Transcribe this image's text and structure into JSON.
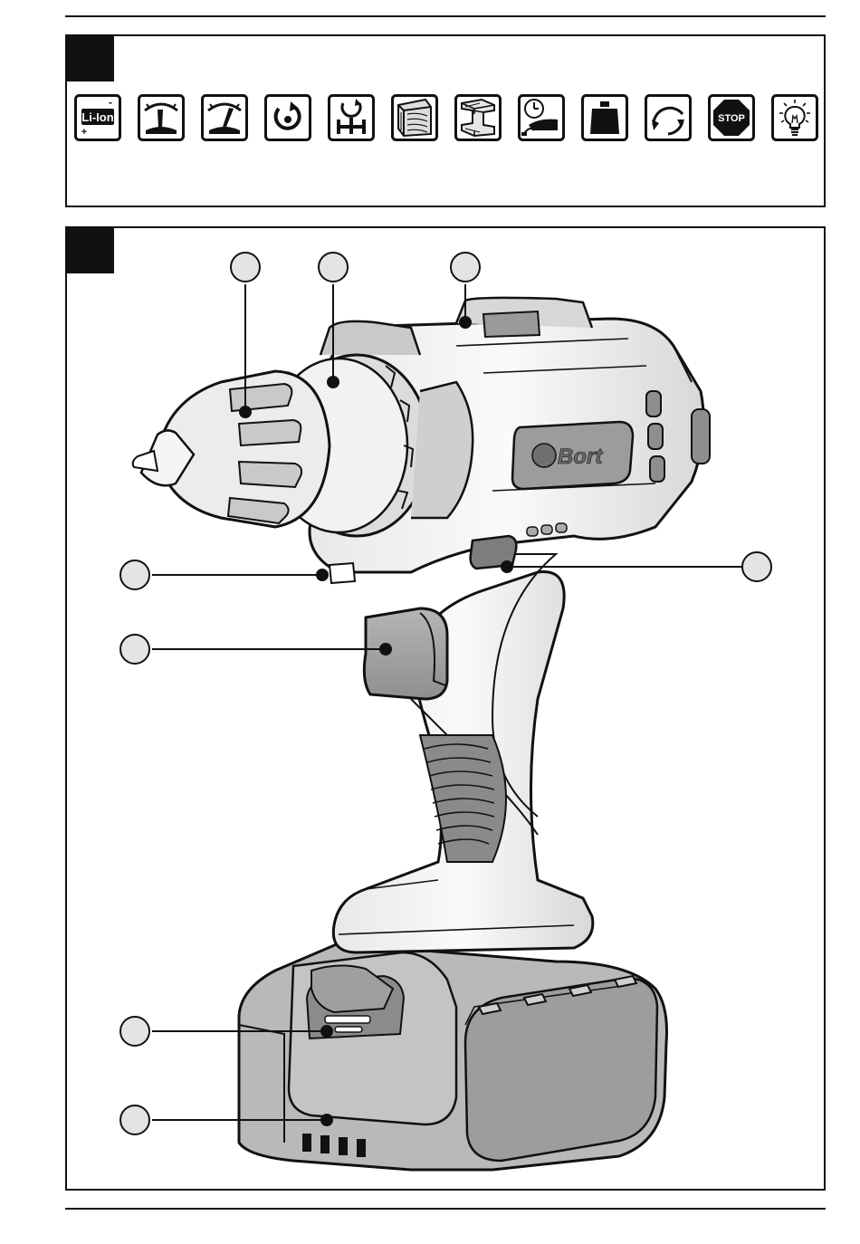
{
  "icons": [
    {
      "name": "li-ion-battery-icon",
      "label": "Li-Ion",
      "minus": "-",
      "plus": "+"
    },
    {
      "name": "speed-gauge-low-icon"
    },
    {
      "name": "speed-gauge-high-icon"
    },
    {
      "name": "torque-rotation-icon"
    },
    {
      "name": "chuck-clamp-icon"
    },
    {
      "name": "wood-drilling-icon"
    },
    {
      "name": "steel-drilling-icon"
    },
    {
      "name": "charging-time-icon"
    },
    {
      "name": "weight-icon"
    },
    {
      "name": "reverse-rotation-icon"
    },
    {
      "name": "stop-icon",
      "label": "STOP"
    },
    {
      "name": "led-light-icon"
    }
  ],
  "product": {
    "brand": "Bort"
  },
  "colors": {
    "line": "#111111",
    "body_light": "#f2f2f2",
    "body_mid": "#cfcfcf",
    "body_dark": "#9a9a9a",
    "callout_fill": "#e4e4e4"
  }
}
